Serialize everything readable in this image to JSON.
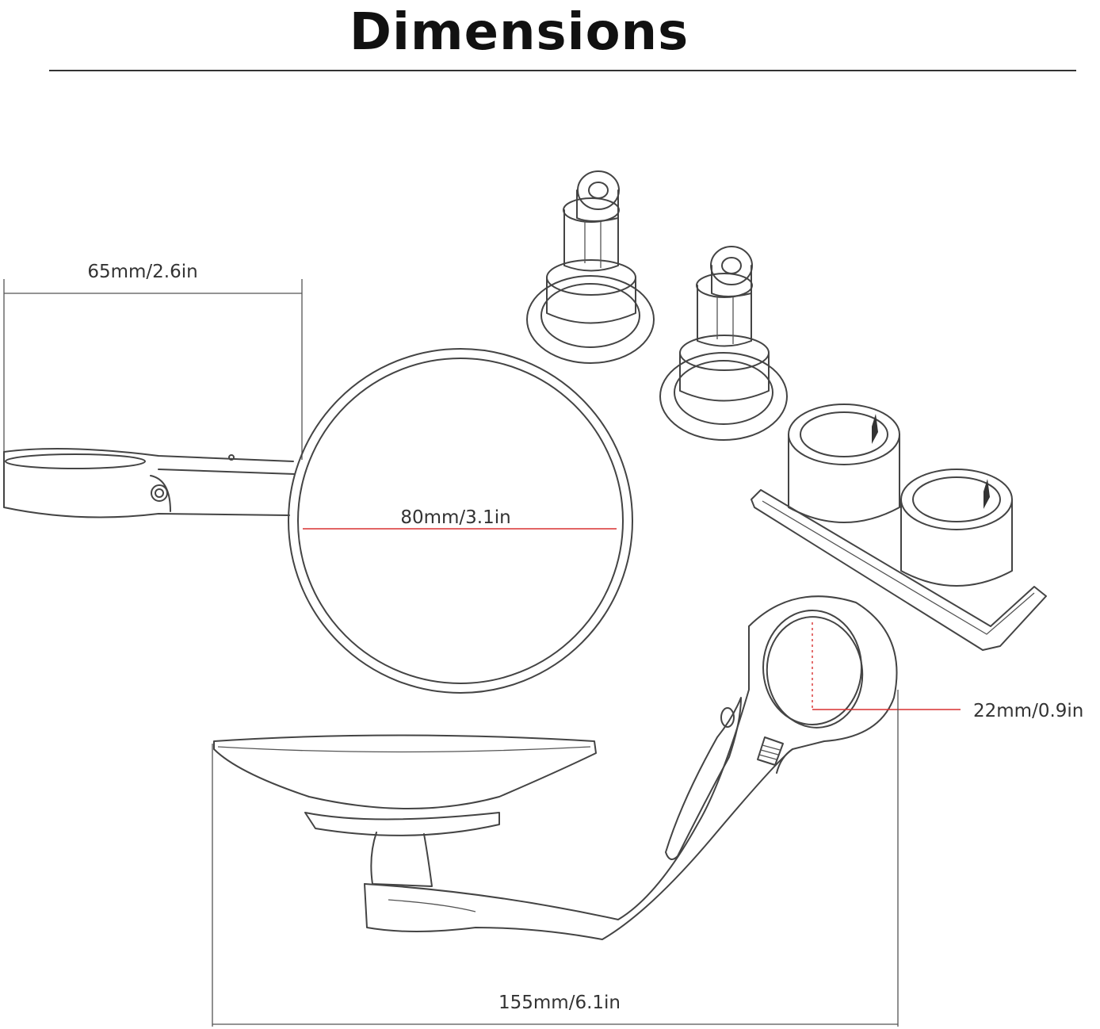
{
  "title": "Dimensions",
  "dimensions": {
    "arm_length": "65mm/2.6in",
    "mirror_diameter": "80mm/3.1in",
    "clamp_inner": "22mm/0.9in",
    "total_length": "155mm/6.1in"
  },
  "colors": {
    "line": "#444444",
    "dimension_accent": "#d93030",
    "title": "#111111"
  }
}
